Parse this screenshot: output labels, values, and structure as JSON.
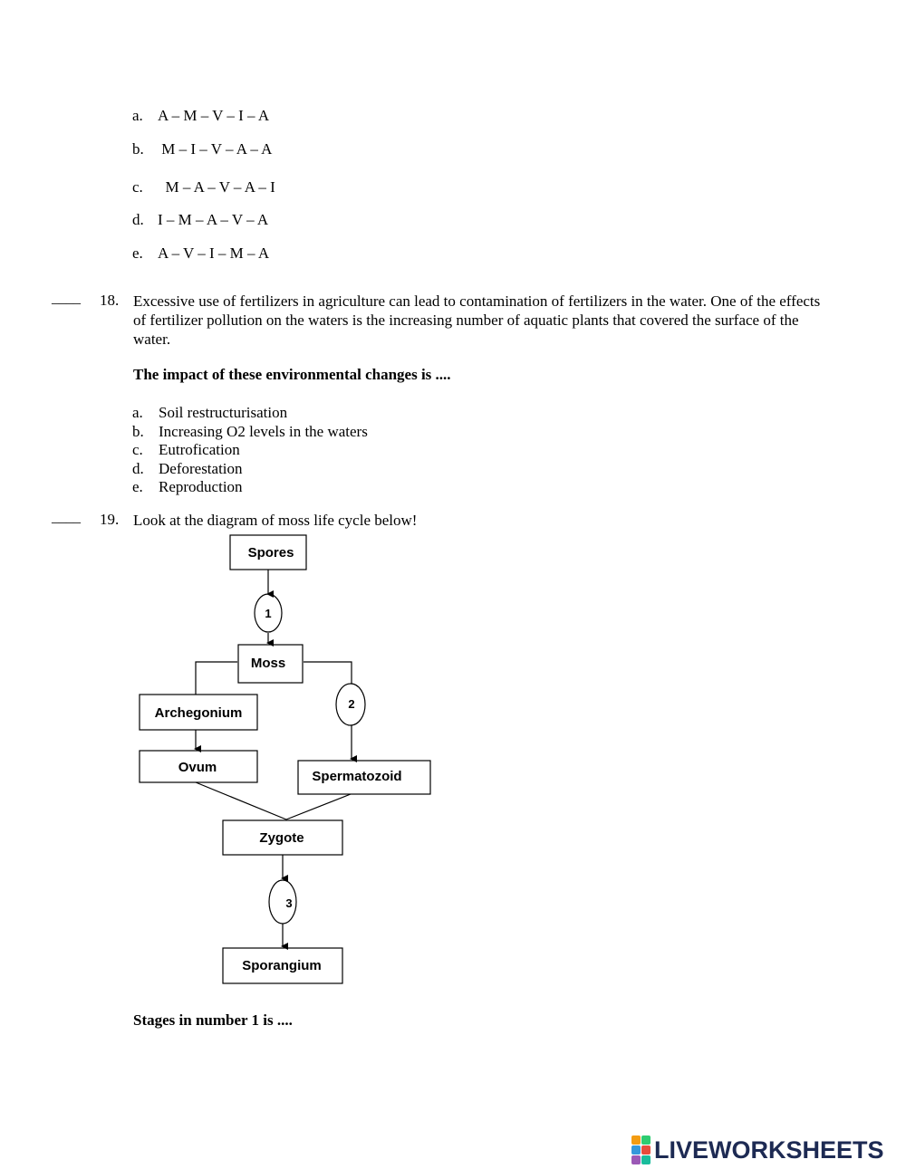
{
  "q17_options": [
    {
      "letter": "a.",
      "text": "A – M – V – I – A"
    },
    {
      "letter": "b.",
      "text": " M – I – V – A – A"
    },
    {
      "letter": "c.",
      "text": "  M – A – V – A – I"
    },
    {
      "letter": "d.",
      "text": "I – M – A – V – A"
    },
    {
      "letter": "e.",
      "text": "A – V – I – M – A"
    }
  ],
  "q18": {
    "blank": "____",
    "number": "18.",
    "text": "Excessive use of fertilizers in agriculture can lead to contamination of fertilizers in the water. One of the effects of fertilizer pollution on the waters is the increasing number of aquatic plants that covered the surface of the water.",
    "prompt": "The impact of these environmental changes is ....",
    "options": [
      {
        "letter": "a.",
        "text": "Soil restructurisation"
      },
      {
        "letter": "b.",
        "text": "Increasing O2 levels in the waters"
      },
      {
        "letter": "c.",
        "text": "Eutrofication"
      },
      {
        "letter": "d.",
        "text": "Deforestation"
      },
      {
        "letter": "e.",
        "text": "Reproduction"
      }
    ]
  },
  "q19": {
    "blank": "____",
    "number": "19.",
    "text": "Look at the diagram of moss life cycle below!",
    "prompt": "Stages in number 1 is ....",
    "diagram": {
      "boxes": {
        "spores": "Spores",
        "moss": "Moss",
        "archegonium": "Archegonium",
        "ovum": "Ovum",
        "spermatozoid": "Spermatozoid",
        "zygote": "Zygote",
        "sporangium": "Sporangium"
      },
      "circles": {
        "c1": "1",
        "c2": "2",
        "c3": "3"
      }
    }
  },
  "footer": {
    "brand": "LIVEWORKSHEETS",
    "logo_colors": [
      "#f39c12",
      "#2ecc71",
      "#3498db",
      "#e74c3c",
      "#9b59b6",
      "#1abc9c"
    ]
  }
}
